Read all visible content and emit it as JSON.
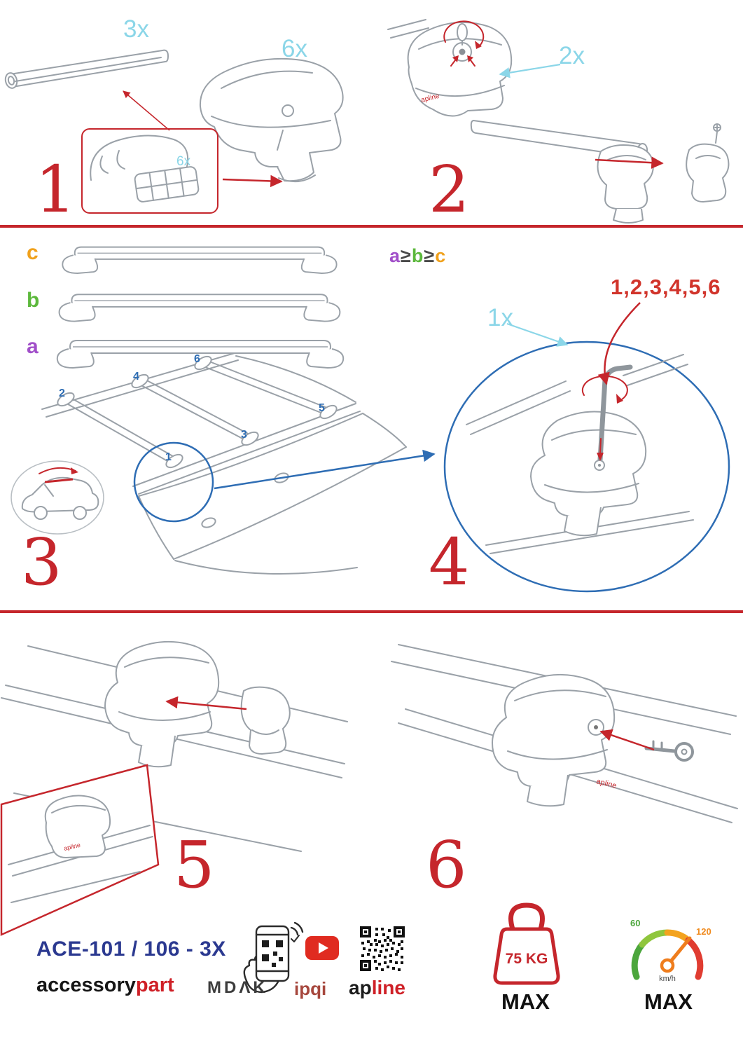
{
  "steps": {
    "s1": {
      "number": "1",
      "qty_bar": "3x",
      "qty_foot": "6x",
      "qty_pad": "6x"
    },
    "s2": {
      "number": "2",
      "qty_key": "2x",
      "brand": "apline"
    },
    "s3": {
      "number": "3",
      "label_a": "a",
      "label_b": "b",
      "label_c": "c",
      "rule": [
        "a",
        "≥",
        "b",
        "≥",
        "c"
      ],
      "positions": [
        "1",
        "2",
        "3",
        "4",
        "5",
        "6"
      ]
    },
    "s4": {
      "number": "4",
      "qty_tool": "1x",
      "sequence": "1,2,3,4,5,6",
      "highlight": "1"
    },
    "s5": {
      "number": "5",
      "brand": "apline"
    },
    "s6": {
      "number": "6",
      "brand": "apline"
    }
  },
  "footer": {
    "model": "ACE-101 / 106 - 3X",
    "brand": {
      "black": "accessory",
      "red": "part"
    },
    "partners": {
      "mdak": "MDΛK",
      "ipqi": "ipqi",
      "apline_black": "ap",
      "apline_red": "line"
    },
    "weight": {
      "value": "75 KG",
      "max": "MAX"
    },
    "speed": {
      "low": "60",
      "high": "120",
      "unit": "km/h",
      "max": "MAX"
    }
  },
  "colors": {
    "red": "#c5262c",
    "cyan": "#8bd6e8",
    "blue": "#2e6db4",
    "navy": "#2b3990",
    "purple": "#a14fc9",
    "green": "#5cb83c",
    "orange": "#f0a11c",
    "sketch": "#9aa1a8"
  }
}
